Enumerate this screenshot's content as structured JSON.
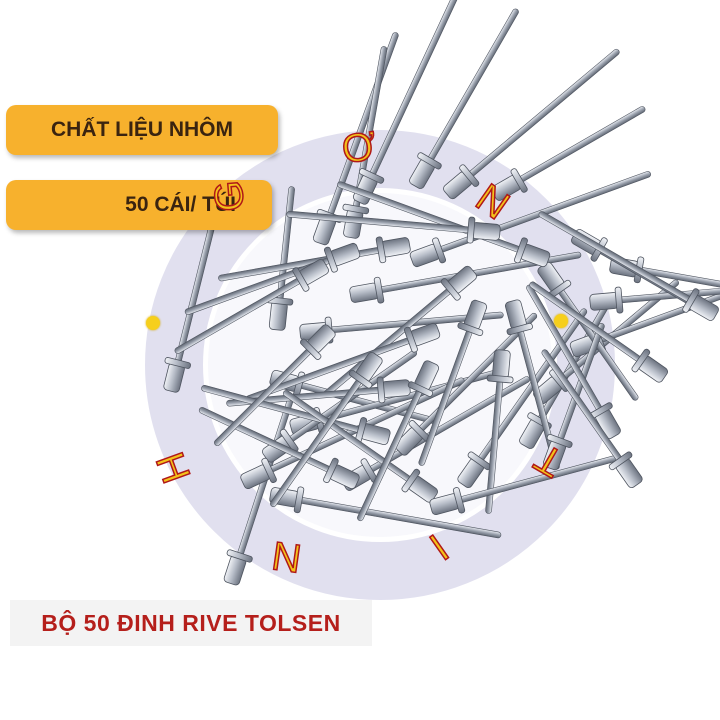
{
  "badges": {
    "material": "CHẤT LIỆU NHÔM",
    "quantity": "50 CÁI/ TÚI"
  },
  "footer": {
    "title": "BỘ 50 ĐINH RIVE TOLSEN"
  },
  "watermark": {
    "letters": [
      "Ơ",
      "N",
      "G",
      "T",
      "I",
      "N",
      "H"
    ],
    "letter_color": "#f3c21a",
    "outline_color": "#b01818"
  },
  "colors": {
    "badge": "#f7b12d",
    "footer_text": "#b51f1b",
    "ring": "#dedded"
  }
}
